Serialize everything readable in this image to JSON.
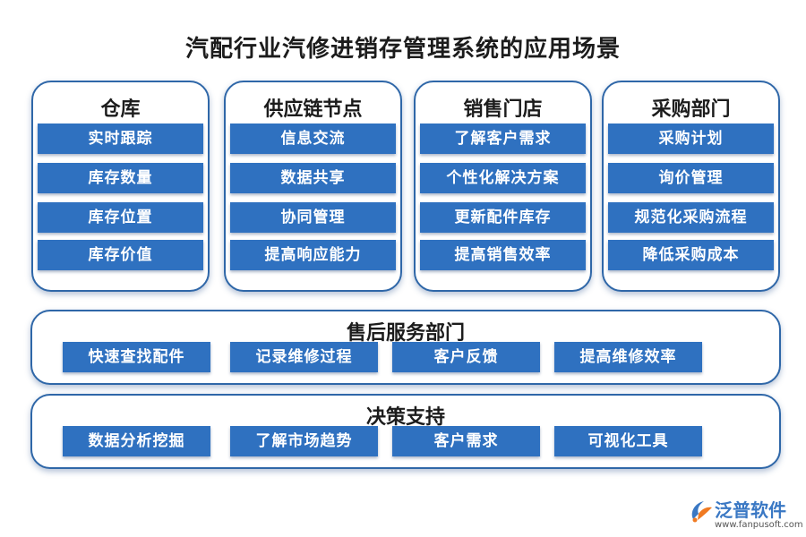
{
  "title": "汽配行业汽修进销存管理系统的应用场景",
  "panels": [
    {
      "heading": "仓库",
      "items": [
        "实时跟踪",
        "库存数量",
        "库存位置",
        "库存价值"
      ]
    },
    {
      "heading": "供应链节点",
      "items": [
        "信息交流",
        "数据共享",
        "协同管理",
        "提高响应能力"
      ]
    },
    {
      "heading": "销售门店",
      "items": [
        "了解客户需求",
        "个性化解决方案",
        "更新配件库存",
        "提高销售效率"
      ]
    },
    {
      "heading": "采购部门",
      "items": [
        "采购计划",
        "询价管理",
        "规范化采购流程",
        "降低采购成本"
      ]
    }
  ],
  "after_sales": {
    "heading": "售后服务部门",
    "items": [
      "快速查找配件",
      "记录维修过程",
      "客户反馈",
      "提高维修效率"
    ]
  },
  "decision_support": {
    "heading": "决策支持",
    "items": [
      "数据分析挖掘",
      "了解市场趋势",
      "客户需求",
      "可视化工具"
    ]
  },
  "logo": {
    "brand": "泛普软件",
    "url": "www.fanpusoft.com",
    "colors": {
      "blue": "#3a78c4",
      "orange": "#f07a22"
    }
  },
  "colors": {
    "chip": "#2f71c0",
    "border": "#2f67a8"
  }
}
